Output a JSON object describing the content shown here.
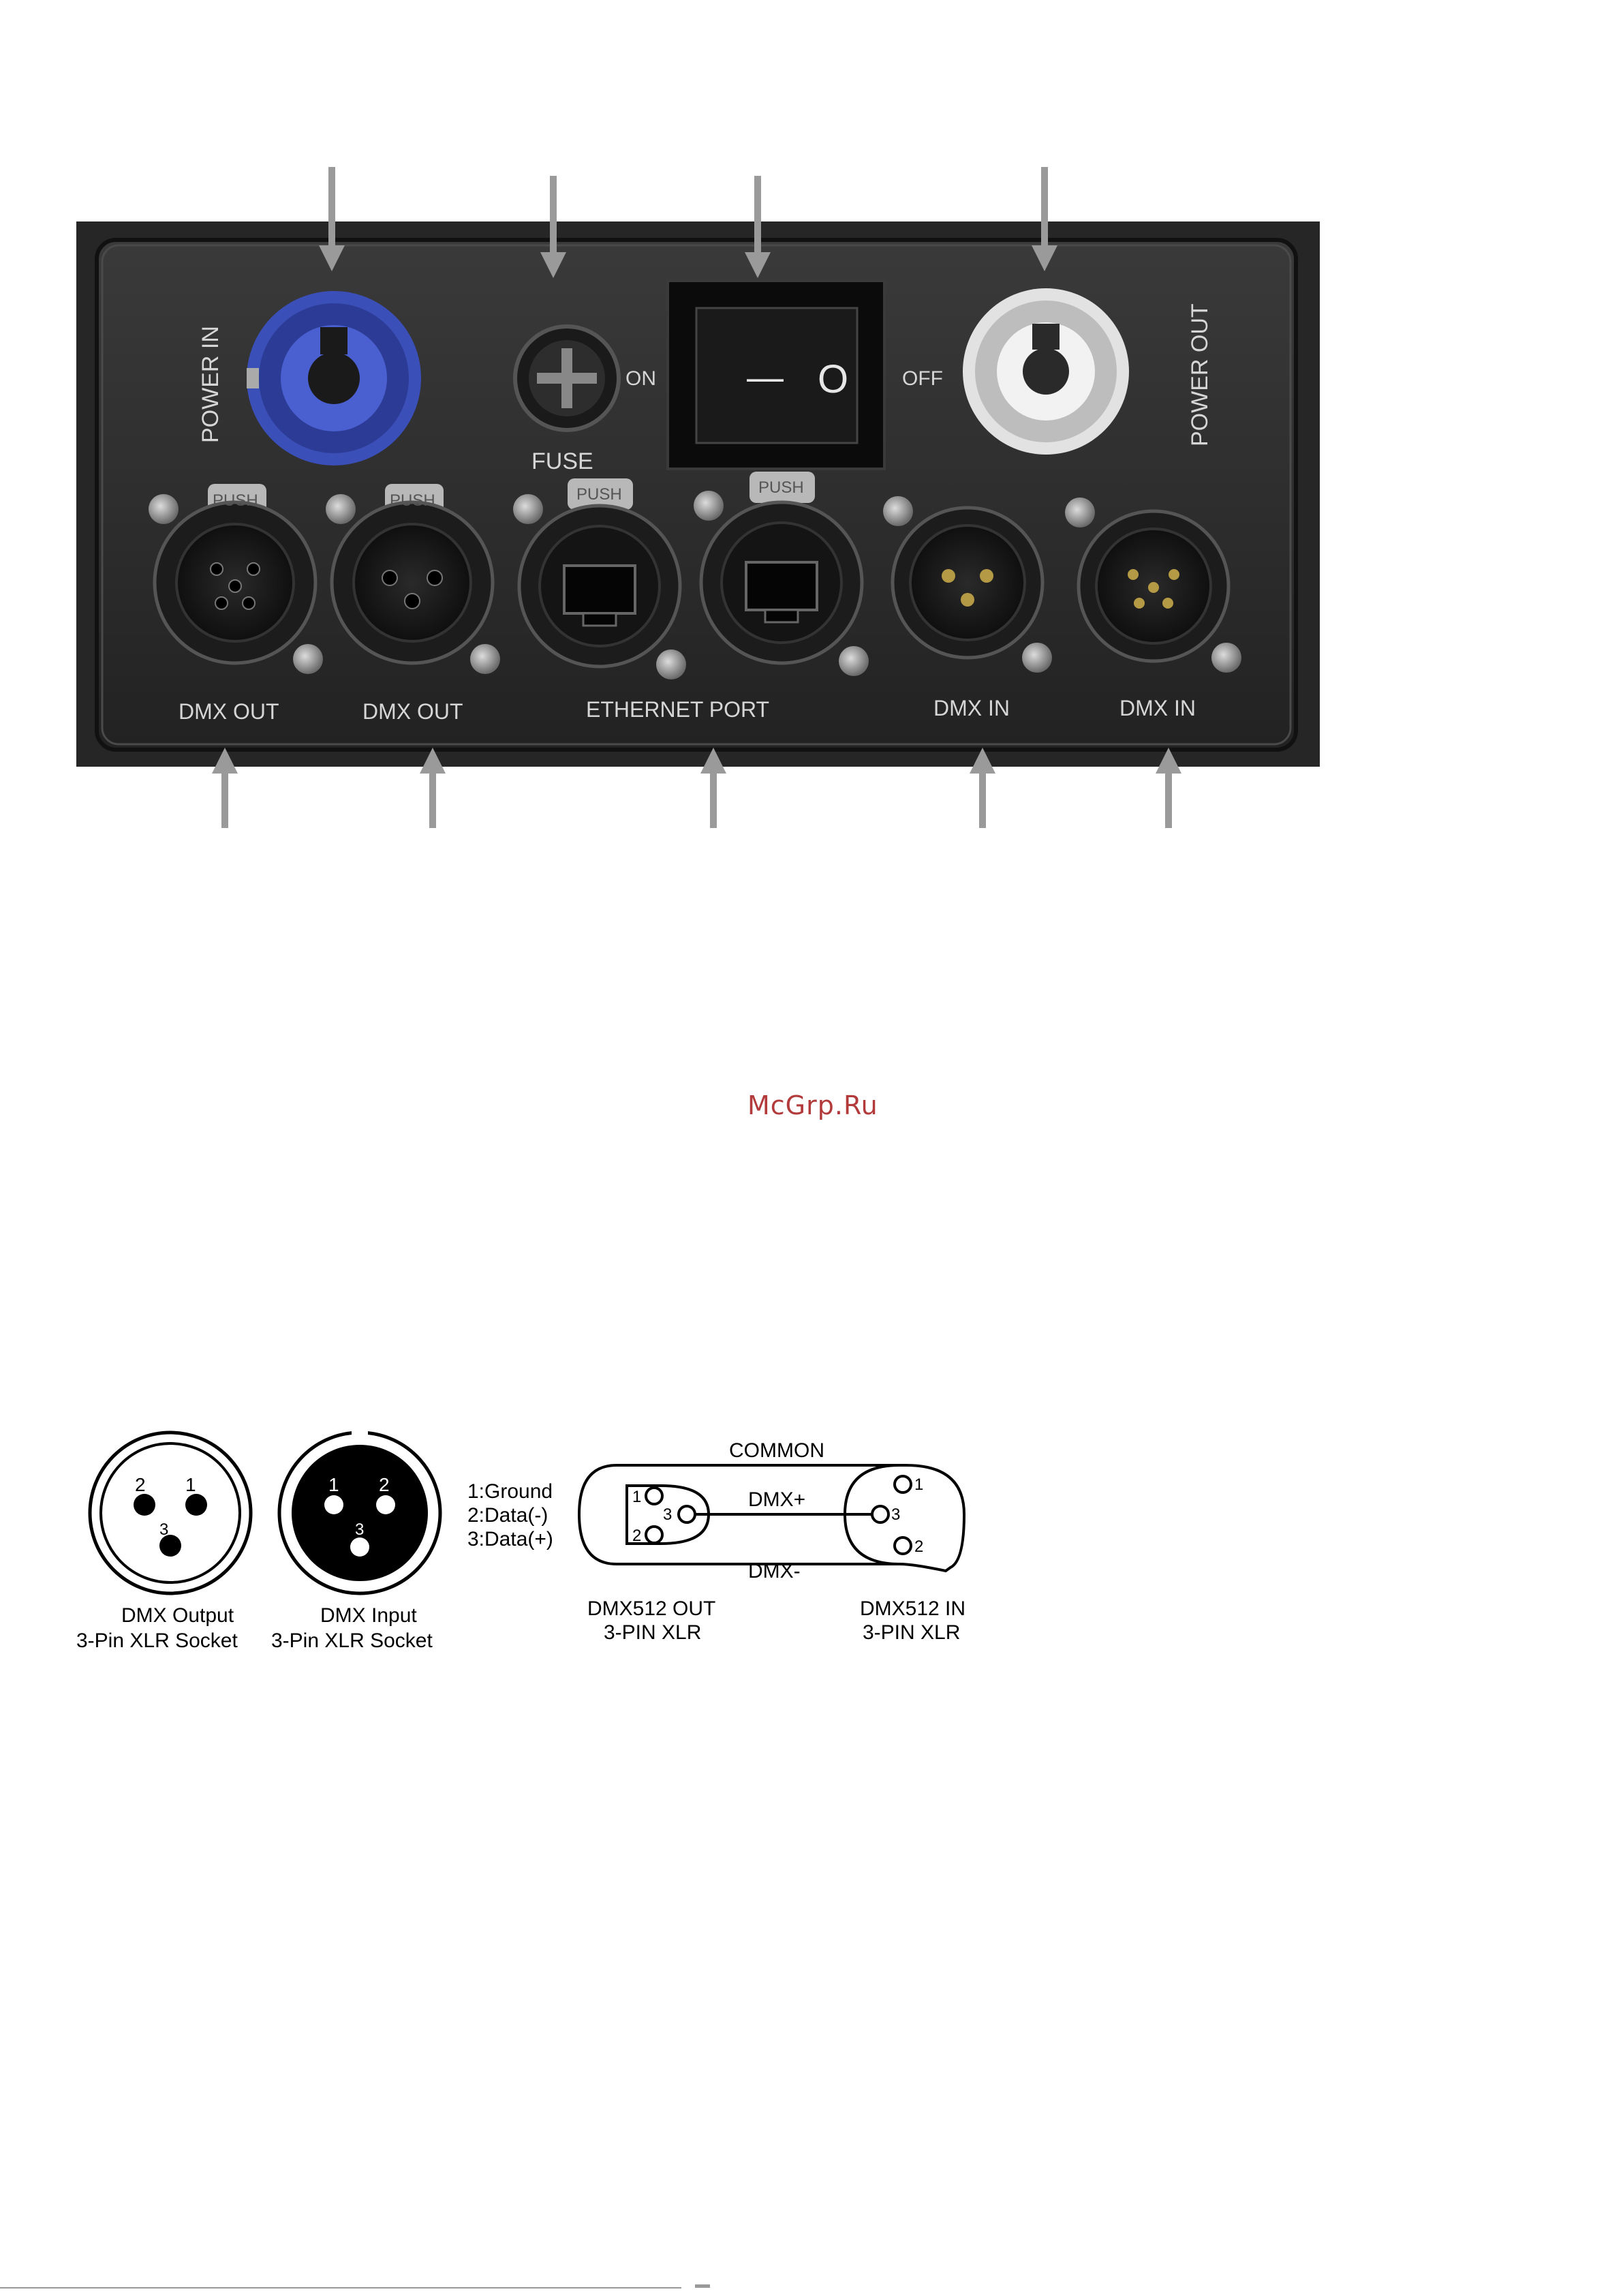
{
  "panel": {
    "labels": {
      "power_in": "POWER IN",
      "power_out": "POWER OUT",
      "fuse": "FUSE",
      "switch_on": "ON",
      "switch_off": "OFF",
      "switch_on_symbol": "—",
      "switch_off_symbol": "O",
      "push": "PUSH",
      "dmx_out_1": "DMX OUT",
      "dmx_out_2": "DMX OUT",
      "ethernet_port": "ETHERNET PORT",
      "dmx_in_1": "DMX IN",
      "dmx_in_2": "DMX IN"
    },
    "colors": {
      "panel_dark": "#2b2b2b",
      "power_in_blue": "#3b4fb8",
      "power_out_gray": "#d9d9d9",
      "arrow": "#9a9a9a"
    }
  },
  "watermark": "McGrp.Ru",
  "diagram": {
    "dmx_output": {
      "title_line1": "DMX Output",
      "title_line2": "3-Pin XLR Socket",
      "pins": [
        "2",
        "1",
        "3"
      ]
    },
    "dmx_input": {
      "title_line1": "DMX Input",
      "title_line2": "3-Pin XLR Socket",
      "pins": [
        "1",
        "2",
        "3"
      ]
    },
    "pin_legend": [
      "1:Ground",
      "2:Data(-)",
      "3:Data(+)"
    ],
    "wiring": {
      "common": "COMMON",
      "dmx_plus": "DMX+",
      "dmx_minus": "DMX-",
      "out_pins": [
        "1",
        "3",
        "2"
      ],
      "in_pins": [
        "1",
        "3",
        "2"
      ],
      "out_title_line1": "DMX512 OUT",
      "out_title_line2": "3-PIN XLR",
      "in_title_line1": "DMX512 IN",
      "in_title_line2": "3-PIN XLR"
    }
  }
}
